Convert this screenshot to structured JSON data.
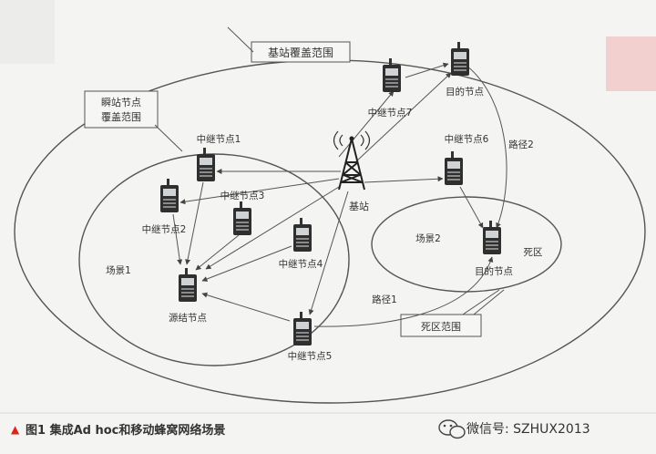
{
  "diagram": {
    "labels": {
      "base_coverage": "基站覆盖范围",
      "relay_coverage_line1": "瞬站节点",
      "relay_coverage_line2": "覆盖范围",
      "relay1": "中继节点1",
      "relay2": "中继节点2",
      "relay3": "中继节点3",
      "relay4": "中继节点4",
      "relay5": "中继节点5",
      "relay6": "中继节点6",
      "relay7": "中继节点7",
      "dest_top": "目的节点",
      "dest_mid": "目的节点",
      "source": "源结节点",
      "base_station": "基站",
      "scene1": "场景1",
      "scene2": "场景2",
      "blind_zone": "死区",
      "path1": "路径1",
      "path2": "路径2",
      "blind_coverage": "死区范围"
    }
  },
  "caption": {
    "marker": "▲",
    "text": "图1  集成Ad  hoc和移动蜂窝网络场景"
  },
  "watermark": {
    "icon": "wechat-icon",
    "text": "微信号: SZHUX2013"
  },
  "colors": {
    "caption_marker": "#d7261d",
    "line": "#555555",
    "device": "#2f2f2f",
    "pink_deco": "#f2c7c7"
  }
}
